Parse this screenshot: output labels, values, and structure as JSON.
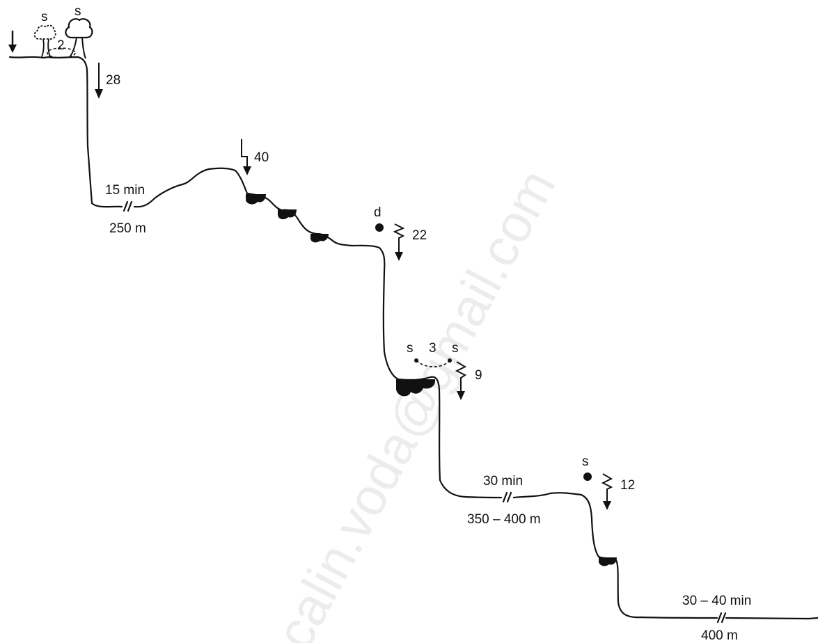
{
  "watermark": "calin.voda@gmail.com",
  "labels": {
    "top_anchor_left": "s",
    "top_anchor_right": "s",
    "top_anchor_span": "2",
    "drop_1": "28",
    "walk_1_time": "15 min",
    "walk_1_distance": "250 m",
    "drop_2": "40",
    "deviation_marker": "d",
    "drop_3": "22",
    "mid_anchor_left": "s",
    "mid_anchor_span": "3",
    "mid_anchor_right": "s",
    "drop_4": "9",
    "walk_2_time": "30 min",
    "walk_2_distance": "350 – 400 m",
    "single_anchor": "s",
    "drop_5": "12",
    "walk_3_time": "30 – 40 min",
    "walk_3_distance": "400 m"
  }
}
